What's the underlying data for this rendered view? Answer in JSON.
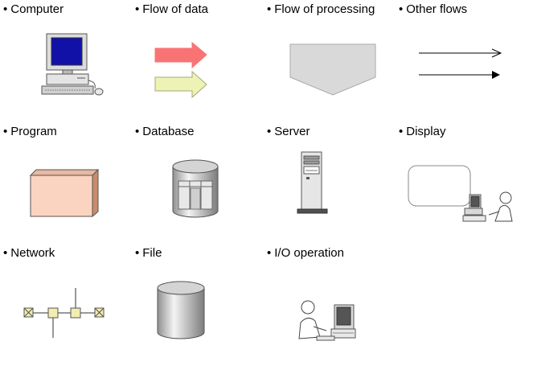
{
  "legend": {
    "items": [
      {
        "key": "computer",
        "label": "Computer"
      },
      {
        "key": "data_flow",
        "label": "Flow of data"
      },
      {
        "key": "processing",
        "label": "Flow of processing"
      },
      {
        "key": "other",
        "label": "Other flows"
      },
      {
        "key": "program",
        "label": "Program"
      },
      {
        "key": "database",
        "label": "Database"
      },
      {
        "key": "server",
        "label": "Server"
      },
      {
        "key": "display",
        "label": "Display"
      },
      {
        "key": "network",
        "label": "Network"
      },
      {
        "key": "file",
        "label": "File"
      },
      {
        "key": "io",
        "label": "I/O operation"
      }
    ],
    "bullet": "•"
  },
  "colors": {
    "arrow_red": "#f87474",
    "arrow_yellow": "#ecf3b4",
    "pentagon_gray": "#d9d9d9",
    "program_front": "#fad4c0",
    "program_side": "#c98c6c",
    "monitor_screen": "#1111a8",
    "network_node": "#f2edb0"
  }
}
